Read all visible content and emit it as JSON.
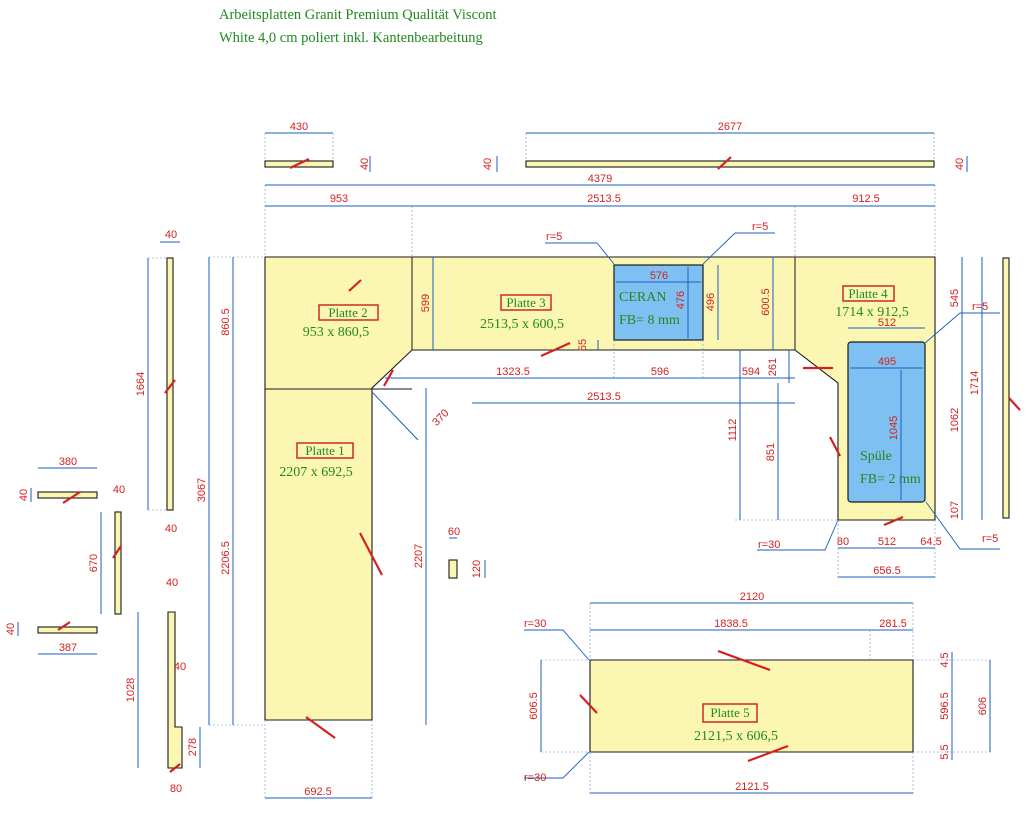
{
  "header": {
    "line1": "Arbeitsplatten Granit Premium Qualität Viscont",
    "line2": "White 4,0 cm poliert inkl. Kantenbearbeitung"
  },
  "plates": [
    {
      "label": "Platte 1",
      "size": "2207 x 692,5"
    },
    {
      "label": "Platte 2",
      "size": "953 x 860,5"
    },
    {
      "label": "Platte 3",
      "size": "2513,5 x 600,5"
    },
    {
      "label": "Platte 4",
      "size": "1714 x 912,5"
    },
    {
      "label": "Platte 5",
      "size": "2121,5 x 606,5"
    }
  ],
  "cutouts": {
    "ceran": {
      "name": "CERAN",
      "fb": "FB= 8 mm",
      "w": "576",
      "h": "476"
    },
    "spuele": {
      "name": "Spüle",
      "fb": "FB= 2 mm",
      "w": "495",
      "h": "1045"
    }
  },
  "dims": {
    "d430": "430",
    "d2677": "2677",
    "d40a": "40",
    "d40b": "40",
    "d40c": "40",
    "d4379": "4379",
    "d953": "953",
    "d2513_5a": "2513.5",
    "d912_5": "912.5",
    "r5a": "r=5",
    "r5b": "r=5",
    "r5c": "r=5",
    "r5d": "r=5",
    "d599": "599",
    "d496": "496",
    "d600_5": "600.5",
    "d545": "545",
    "d512a": "512",
    "d55": "55",
    "d860_5": "860.5",
    "d1323_5": "1323.5",
    "d596": "596",
    "d594": "594",
    "d261": "261",
    "d2513_5b": "2513.5",
    "d370": "370",
    "d1112": "1112",
    "d851": "851",
    "d1062": "1062",
    "d1714": "1714",
    "d107": "107",
    "d3067": "3067",
    "d2206_5": "2206.5",
    "d2207": "2207",
    "r30a": "r=30",
    "d80a": "80",
    "d512b": "512",
    "d64_5": "64.5",
    "d656_5": "656.5",
    "d60": "60",
    "d120": "120",
    "d1664": "1664",
    "d40d": "40",
    "d40e": "40",
    "d380": "380",
    "d40f": "40",
    "d40g": "40",
    "d670": "670",
    "d40h": "40",
    "d387": "387",
    "d40i": "40",
    "d40j": "40",
    "d1028": "1028",
    "d278": "278",
    "d80b": "80",
    "d692_5": "692.5",
    "d2120": "2120",
    "d1838_5": "1838.5",
    "d281_5": "281.5",
    "r30b": "r=30",
    "r30c": "r=30",
    "d606_5": "606.5",
    "d4_5": "4.5",
    "d596_5": "596.5",
    "d606": "606",
    "d5_5": "5.5",
    "d2121_5": "2121.5"
  }
}
